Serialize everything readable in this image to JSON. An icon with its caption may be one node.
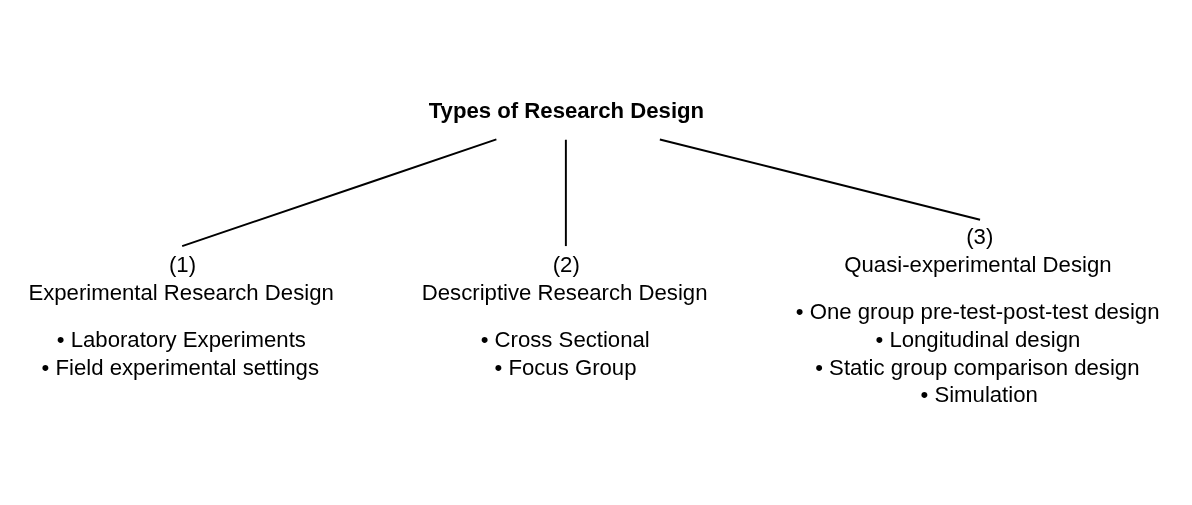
{
  "diagram": {
    "nodes": [
      {
        "text": [
          "Types of Research Design"
        ]
      },
      {
        "text": [
          "(1)",
          "Experimental Research Design"
        ],
        "beside": [
          "• Laboratory Experiments",
          "• Field experimental settings"
        ]
      },
      {
        "text": [
          "(2)",
          "Descriptive Research Design"
        ],
        "beside": [
          "• Cross Sectional",
          "• Focus Group"
        ]
      },
      {
        "text": [
          "(3)",
          "Quasi-experimental Design"
        ],
        "beside": [
          "• One group pre-test-post-test design",
          "• Longitudinal design",
          "• Static group comparison design",
          "• Simulation"
        ]
      }
    ],
    "edges": [
      {
        "from": 0,
        "to": 1,
        "arrow": "none"
      },
      {
        "from": 0,
        "to": 2,
        "arrow": "none"
      },
      {
        "from": 0,
        "to": 3,
        "arrow": "none"
      }
    ]
  }
}
